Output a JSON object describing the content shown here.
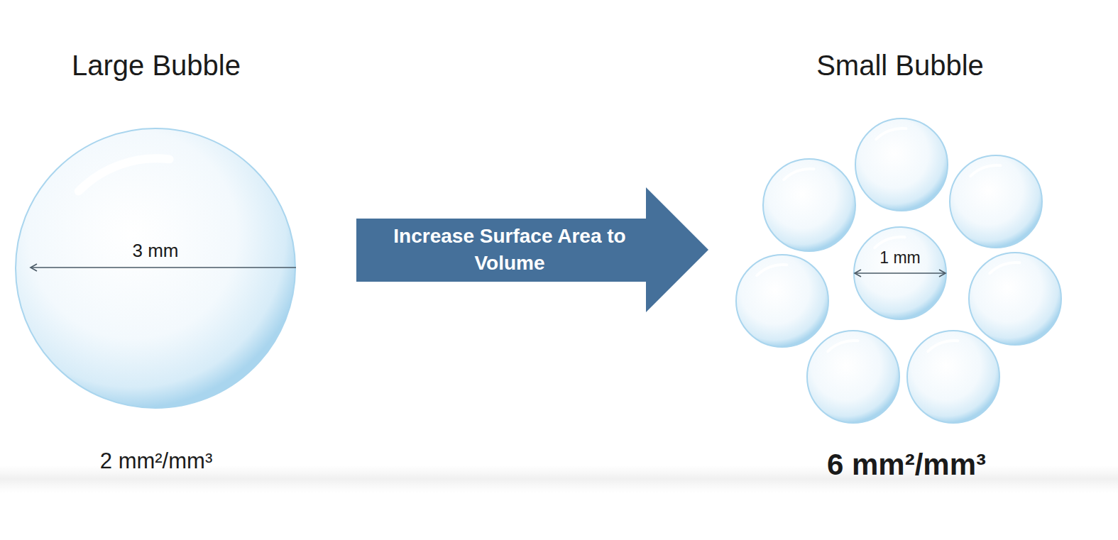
{
  "diagram": {
    "nodes": [
      {
        "text": [
          "3 mm"
        ]
      },
      {
        "text": [
          "Increase Surface Area to Volume"
        ]
      },
      {
        "text": [
          "1 mm"
        ]
      }
    ],
    "labels": [
      "Large Bubble",
      "Small Bubble",
      "2 mm²/mm³",
      "6 mm²/mm³"
    ]
  }
}
